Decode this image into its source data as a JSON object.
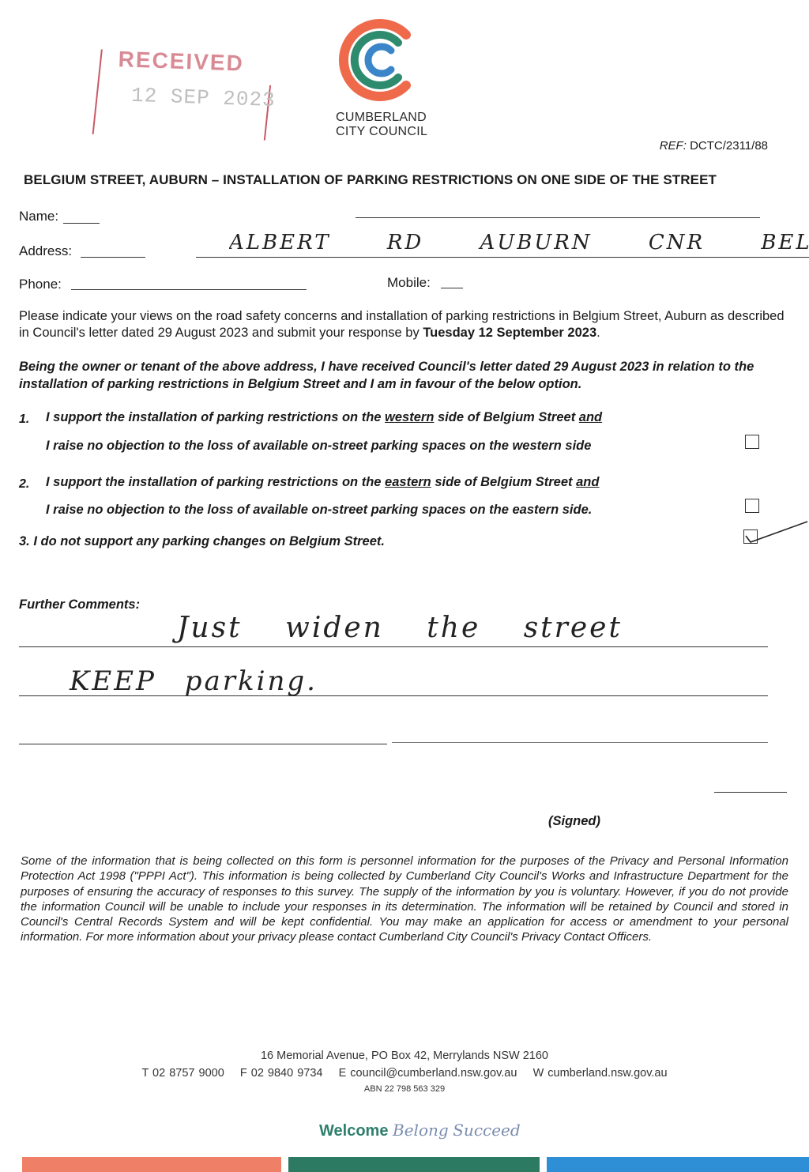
{
  "stamp": {
    "label": "RECEIVED",
    "date": "12 SEP 2023"
  },
  "org": {
    "line1": "CUMBERLAND",
    "line2": "CITY COUNCIL"
  },
  "colors": {
    "logo_orange": "#ee6a4a",
    "logo_green": "#2e8b6e",
    "logo_blue": "#3a86c8",
    "stamp_red": "#c85a67",
    "band_orange": "#f07f67",
    "band_green": "#2c7a62",
    "band_blue": "#2e8fd6"
  },
  "ref": {
    "prefix": "REF:",
    "value": "DCTC/2311/88"
  },
  "title": "BELGIUM STREET, AUBURN – INSTALLATION OF PARKING RESTRICTIONS ON ONE SIDE OF THE STREET",
  "fields": {
    "name_label": "Name:",
    "address_label": "Address:",
    "address_value": "ALBERT RD AUBURN CNR BELG",
    "phone_label": "Phone:",
    "mobile_label": "Mobile:"
  },
  "intro": {
    "text": "Please indicate your views on the road safety concerns and installation of parking restrictions in Belgium Street, Auburn as described in Council's letter dated 29 August 2023 and submit your response by ",
    "deadline": "Tuesday 12 September 2023",
    "end": "."
  },
  "declaration": "Being the owner or tenant of the above address, I have received Council's letter dated 29 August 2023 in relation to the installation of parking restrictions in Belgium Street and I am in favour of the below option.",
  "options": [
    {
      "num": "1.",
      "a": "I support the installation of parking restrictions on the ",
      "side": "western",
      "b": " side of Belgium Street ",
      "and": "and",
      "line2": "I raise no objection to the loss of available on-street parking spaces on the western side"
    },
    {
      "num": "2.",
      "a": "I support the installation of parking restrictions on the ",
      "side": "eastern",
      "b": " side of Belgium Street ",
      "and": "and",
      "line2": "I raise no objection to the loss of available on-street parking spaces on the eastern side."
    },
    {
      "text": "3. I do not support any parking changes on Belgium Street.",
      "checked": true
    }
  ],
  "comments": {
    "label": "Further Comments:",
    "line1": "Just widen the street",
    "line2": "KEEP parking."
  },
  "signed": "(Signed)",
  "privacy": "Some of the information that is being collected on this form is personnel information for the purposes of the Privacy and Personal Information Protection Act 1998 (\"PPPI Act\"). This information is being collected by Cumberland City Council's Works and Infrastructure Department for the purposes of ensuring the accuracy of responses to this survey. The supply of the information by you is voluntary. However, if you do not provide the information Council will be unable to include your responses in its determination. The information will be retained by Council and stored in Council's Central Records System and will be kept confidential. You may make an application for access or amendment to your personal information. For more information about your privacy please contact Cumberland City Council's Privacy Contact Officers.",
  "footer": {
    "address": "16 Memorial Avenue, PO Box 42, Merrylands NSW 2160",
    "phone": "T 02 8757 9000",
    "fax": "F 02 9840 9734",
    "email": "E council@cumberland.nsw.gov.au",
    "web": "W cumberland.nsw.gov.au",
    "abn": "ABN 22 798 563 329",
    "tag_welcome": "Welcome",
    "tag_belong": "Belong",
    "tag_succeed": "Succeed"
  }
}
